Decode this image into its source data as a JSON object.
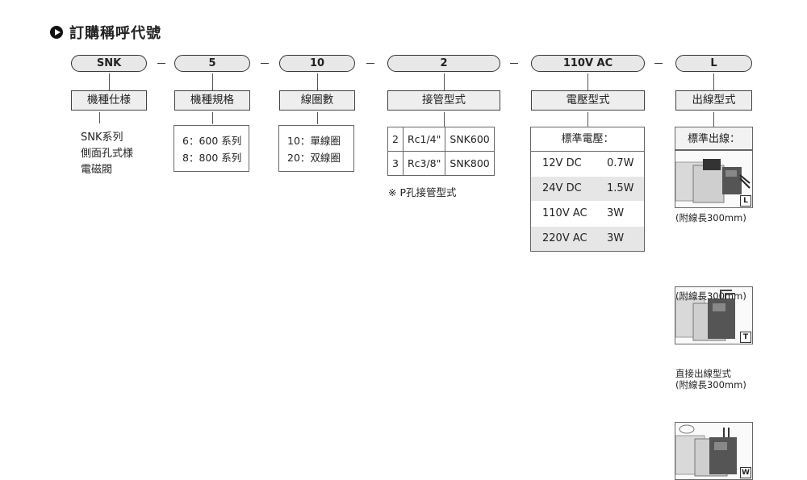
{
  "title": "訂購稱呼代號",
  "codes": [
    "SNK",
    "5",
    "10",
    "2",
    "110V AC",
    "L"
  ],
  "categories": [
    "機種仕様",
    "機種規格",
    "線圏數",
    "接管型式",
    "電壓型式",
    "出線型式"
  ],
  "model_desc": [
    "SNK系列",
    "側面孔式様",
    "電磁閥"
  ],
  "spec_options": [
    "6：600 系列",
    "8：800 系列"
  ],
  "coil_options": [
    "10：單線圈",
    "20：双線圈"
  ],
  "port_table": [
    {
      "code": "2",
      "thread": "Rc1/4\"",
      "model": "SNK600"
    },
    {
      "code": "3",
      "thread": "Rc3/8\"",
      "model": "SNK800"
    }
  ],
  "port_note": "※ P孔接管型式",
  "voltage": {
    "header": "標準電壓：",
    "rows": [
      {
        "voltage": "12V DC",
        "power": "0.7W"
      },
      {
        "voltage": "24V DC",
        "power": "1.5W"
      },
      {
        "voltage": "110V AC",
        "power": "3W"
      },
      {
        "voltage": "220V AC",
        "power": "3W"
      }
    ]
  },
  "wiring": {
    "header": "標準出線：",
    "items": [
      {
        "badge": "L",
        "caption": "(附線長300mm)"
      },
      {
        "badge": "T",
        "caption": "(附線長300mm)"
      },
      {
        "badge": "W",
        "caption_line1": "直接出線型式",
        "caption_line2": "(附線長300mm)"
      }
    ]
  }
}
